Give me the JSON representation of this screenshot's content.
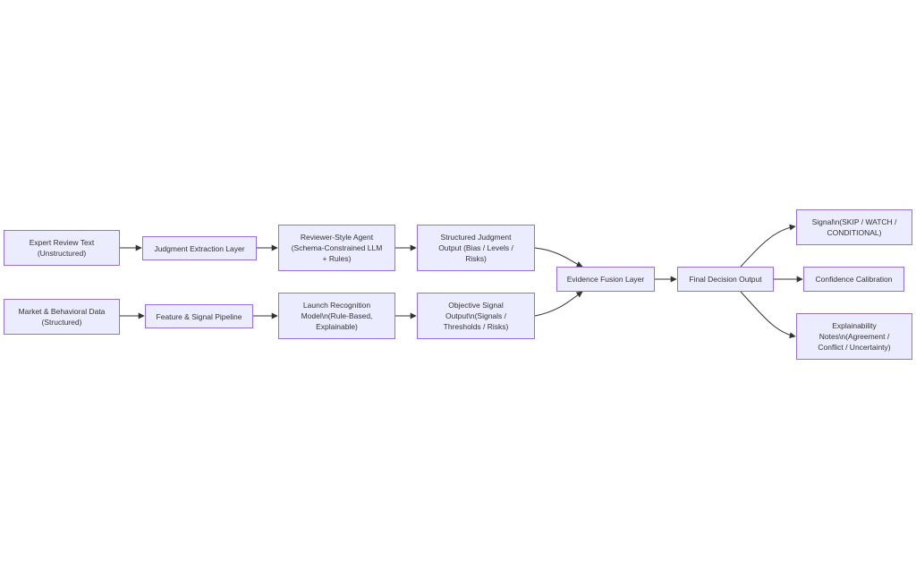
{
  "nodes": {
    "expert_review": "Expert Review Text\n(Unstructured)",
    "judgment_extraction": "Judgment Extraction Layer",
    "reviewer_agent": "Reviewer-Style Agent\n(Schema-Constrained LLM\n+ Rules)",
    "structured_judgment": "Structured Judgment\nOutput (Bias / Levels /\nRisks)",
    "market_data": "Market & Behavioral Data\n(Structured)",
    "feature_pipeline": "Feature & Signal Pipeline",
    "launch_model": "Launch Recognition\nModel\\n(Rule-Based,\nExplainable)",
    "objective_signal": "Objective Signal\nOutput\\n(Signals /\nThresholds / Risks)",
    "evidence_fusion": "Evidence Fusion Layer",
    "final_decision": "Final Decision Output",
    "signal": "Signal\\n(SKIP / WATCH /\nCONDITIONAL)",
    "confidence": "Confidence Calibration",
    "explainability": "Explainability\nNotes\\n(Agreement /\nConflict / Uncertainty)"
  },
  "colors": {
    "node_fill": "#ECECFF",
    "node_border": "#9370DB",
    "edge": "#333333",
    "text": "#333333"
  }
}
